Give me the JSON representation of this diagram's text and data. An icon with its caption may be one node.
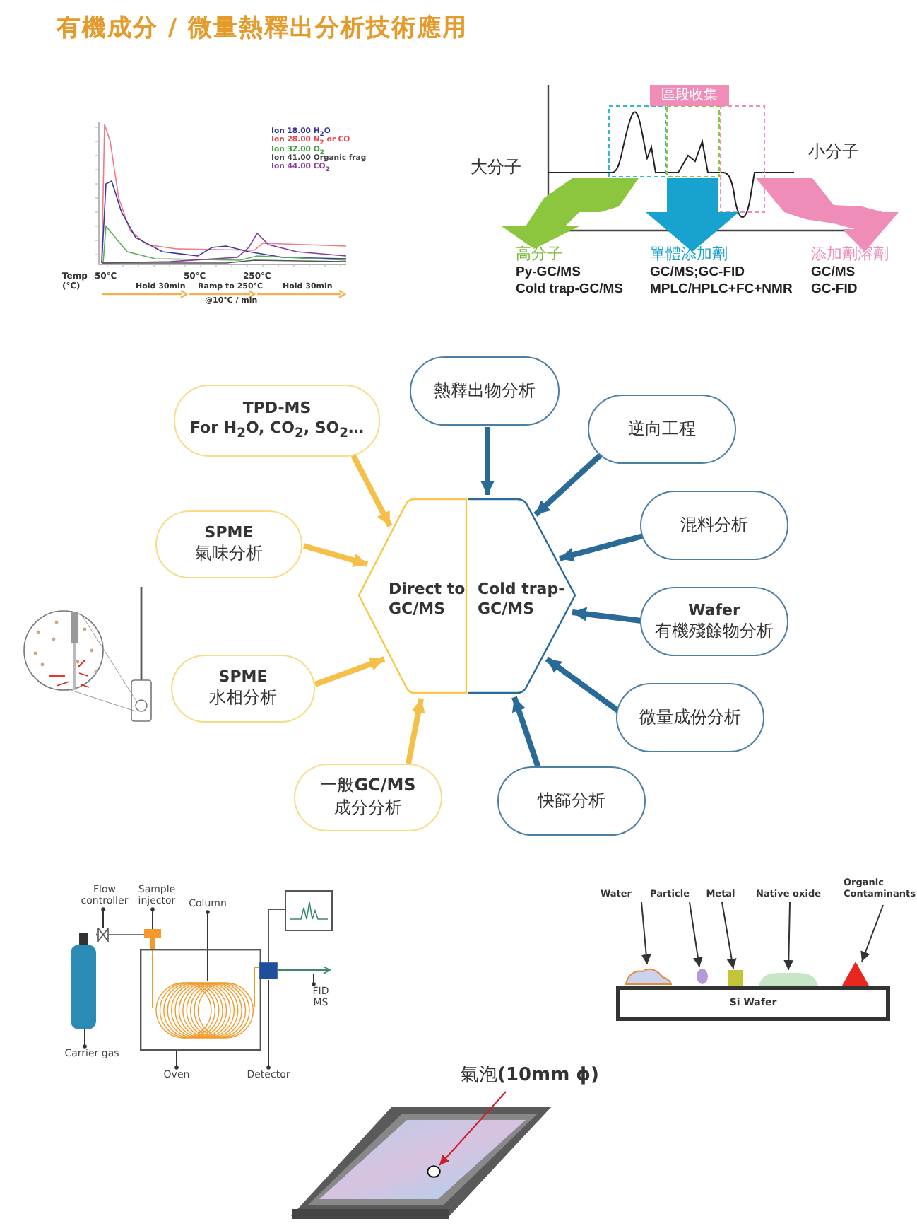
{
  "diagram": {
    "title": "有機成分 / 微量熱釋出分析技術應用",
    "nodes": [
      {
        "text": [
          "Direct to GC/MS"
        ]
      },
      {
        "text": [
          "Cold trap-GC/MS"
        ]
      },
      {
        "text": [
          "TPD-MS",
          "For H$_{2}$O, CO$_{2}$, SO$_{2}$…"
        ]
      },
      {
        "text": [
          "SPME",
          "氣味分析"
        ]
      },
      {
        "text": [
          "SPME",
          "水相分析"
        ]
      },
      {
        "text": [
          "一般**GC/MS**",
          "成分分析"
        ]
      },
      {
        "text": [
          "熱釋出物分析"
        ]
      },
      {
        "text": [
          "逆向工程"
        ]
      },
      {
        "text": [
          "混料分析"
        ]
      },
      {
        "text": [
          "Wafer",
          "有機殘餘物分析"
        ]
      },
      {
        "text": [
          "微量成份分析"
        ]
      },
      {
        "text": [
          "快篩分析"
        ]
      },
      {
        "text": [
          "區段收集"
        ]
      },
      {
        "text": [
          "Flow controller"
        ]
      },
      {
        "text": [
          "Sample injector"
        ]
      },
      {
        "text": [
          "Column"
        ]
      },
      {
        "text": [
          "Carrier gas"
        ]
      },
      {
        "text": [
          "Oven"
        ]
      },
      {
        "text": [
          "Detector"
        ]
      },
      {
        "text": [
          "FID MS"
        ]
      },
      {
        "text": [
          "Water"
        ]
      },
      {
        "text": [
          "Particle"
        ]
      },
      {
        "text": [
          "Metal"
        ]
      },
      {
        "text": [
          "Native oxide"
        ]
      },
      {
        "text": [
          "Organic Contaminants"
        ]
      },
      {
        "text": [
          "Si Wafer"
        ]
      },
      {
        "text": [],
        "shape": "blob"
      },
      {
        "text": [],
        "shape": "circle"
      },
      {
        "text": [],
        "shape": "box"
      },
      {
        "text": [],
        "shape": "dome"
      },
      {
        "text": [],
        "shape": "triangle"
      },
      {
        "text": [
          "氣泡**(10mm ϕ)**"
        ]
      },
      {
        "text": [],
        "shape": "circle"
      },
      {
        "text": [],
        "shape": "cylinder"
      },
      {
        "text": [],
        "shape": "valve"
      },
      {
        "text": [],
        "shape": "box"
      },
      {
        "text": [],
        "shape": "box"
      },
      {
        "text": [],
        "shape": "coil",
        "in": 36
      },
      {
        "text": [],
        "shape": "box"
      },
      {
        "text": [],
        "shape": "arrow"
      }
    ],
    "edges": [
      {
        "from": 2,
        "to": 0,
        "arrow": "to",
        "style": "thick",
        "color": "#f5c04a"
      },
      {
        "from": 3,
        "to": 0,
        "arrow": "to",
        "style": "thick",
        "color": "#f5c04a"
      },
      {
        "from": 4,
        "to": 0,
        "arrow": "to",
        "style": "thick",
        "color": "#f5c04a"
      },
      {
        "from": 5,
        "to": 0,
        "arrow": "to",
        "style": "thick",
        "color": "#f5c04a"
      },
      {
        "from": 6,
        "to": 1,
        "arrow": "to",
        "style": "thick",
        "color": "#2a6a96"
      },
      {
        "from": 7,
        "to": 1,
        "arrow": "to",
        "style": "thick",
        "color": "#2a6a96"
      },
      {
        "from": 8,
        "to": 1,
        "arrow": "to",
        "style": "thick",
        "color": "#2a6a96"
      },
      {
        "from": 9,
        "to": 1,
        "arrow": "to",
        "style": "thick",
        "color": "#2a6a96"
      },
      {
        "from": 10,
        "to": 1,
        "arrow": "to",
        "style": "thick",
        "color": "#2a6a96"
      },
      {
        "from": 11,
        "to": 1,
        "arrow": "to",
        "style": "thick",
        "color": "#2a6a96"
      },
      {
        "from": 13,
        "to": 34,
        "arrow": "other"
      },
      {
        "from": 14,
        "to": 35,
        "arrow": "other"
      },
      {
        "from": 15,
        "to": 37,
        "arrow": "other"
      },
      {
        "from": 16,
        "to": 33,
        "arrow": "other"
      },
      {
        "from": 17,
        "to": 36,
        "arrow": "other"
      },
      {
        "from": 18,
        "to": 38,
        "arrow": "other"
      },
      {
        "from": 19,
        "to": 39,
        "arrow": "other"
      },
      {
        "from": 20,
        "to": 26,
        "arrow": "to"
      },
      {
        "from": 21,
        "to": 27,
        "arrow": "to"
      },
      {
        "from": 22,
        "to": 28,
        "arrow": "to"
      },
      {
        "from": 23,
        "to": 29,
        "arrow": "to"
      },
      {
        "from": 24,
        "to": 30,
        "arrow": "to"
      },
      {
        "from": 31,
        "to": 32,
        "arrow": "to",
        "color": "#c8202a"
      },
      {
        "from": 34,
        "to": 35,
        "arrow": "none",
        "color": "#777777"
      },
      {
        "from": 35,
        "to": 37,
        "arrow": "none",
        "color": "#f39a2b"
      },
      {
        "from": 37,
        "to": 38,
        "arrow": "none",
        "color": "#f39a2b"
      },
      {
        "from": 38,
        "to": 39,
        "arrow": "none",
        "color": "#3a8a6a"
      }
    ],
    "labels": [
      "Temp",
      "50℃",
      "50℃",
      "250℃",
      "(℃)",
      "Hold 30min",
      "Ramp to 250℃",
      "Hold 30min",
      "@10℃ / min",
      "大分子",
      "小分子",
      "高分子",
      "Py-GC/MS",
      "Cold trap-GC/MS",
      "單體添加劑",
      "GC/MS;GC-FID",
      "MPLC/HPLC+FC+NMR",
      "添加劑溶劑",
      "GC/MS",
      "GC-FID"
    ],
    "legend": [
      {
        "text": "Ion 18.00 H$_{2}$O",
        "color": "#2e2e9a"
      },
      {
        "text": "Ion 28.00 N$_{2}$ or CO",
        "color": "#e8424f"
      },
      {
        "text": "Ion 32.00 O$_{2}$",
        "color": "#3aa040"
      },
      {
        "text": "Ion 41.00 Organic frag",
        "color": "#444444"
      },
      {
        "text": "Ion 44.00 CO$_{2}$",
        "color": "#8a3a9a"
      }
    ]
  }
}
